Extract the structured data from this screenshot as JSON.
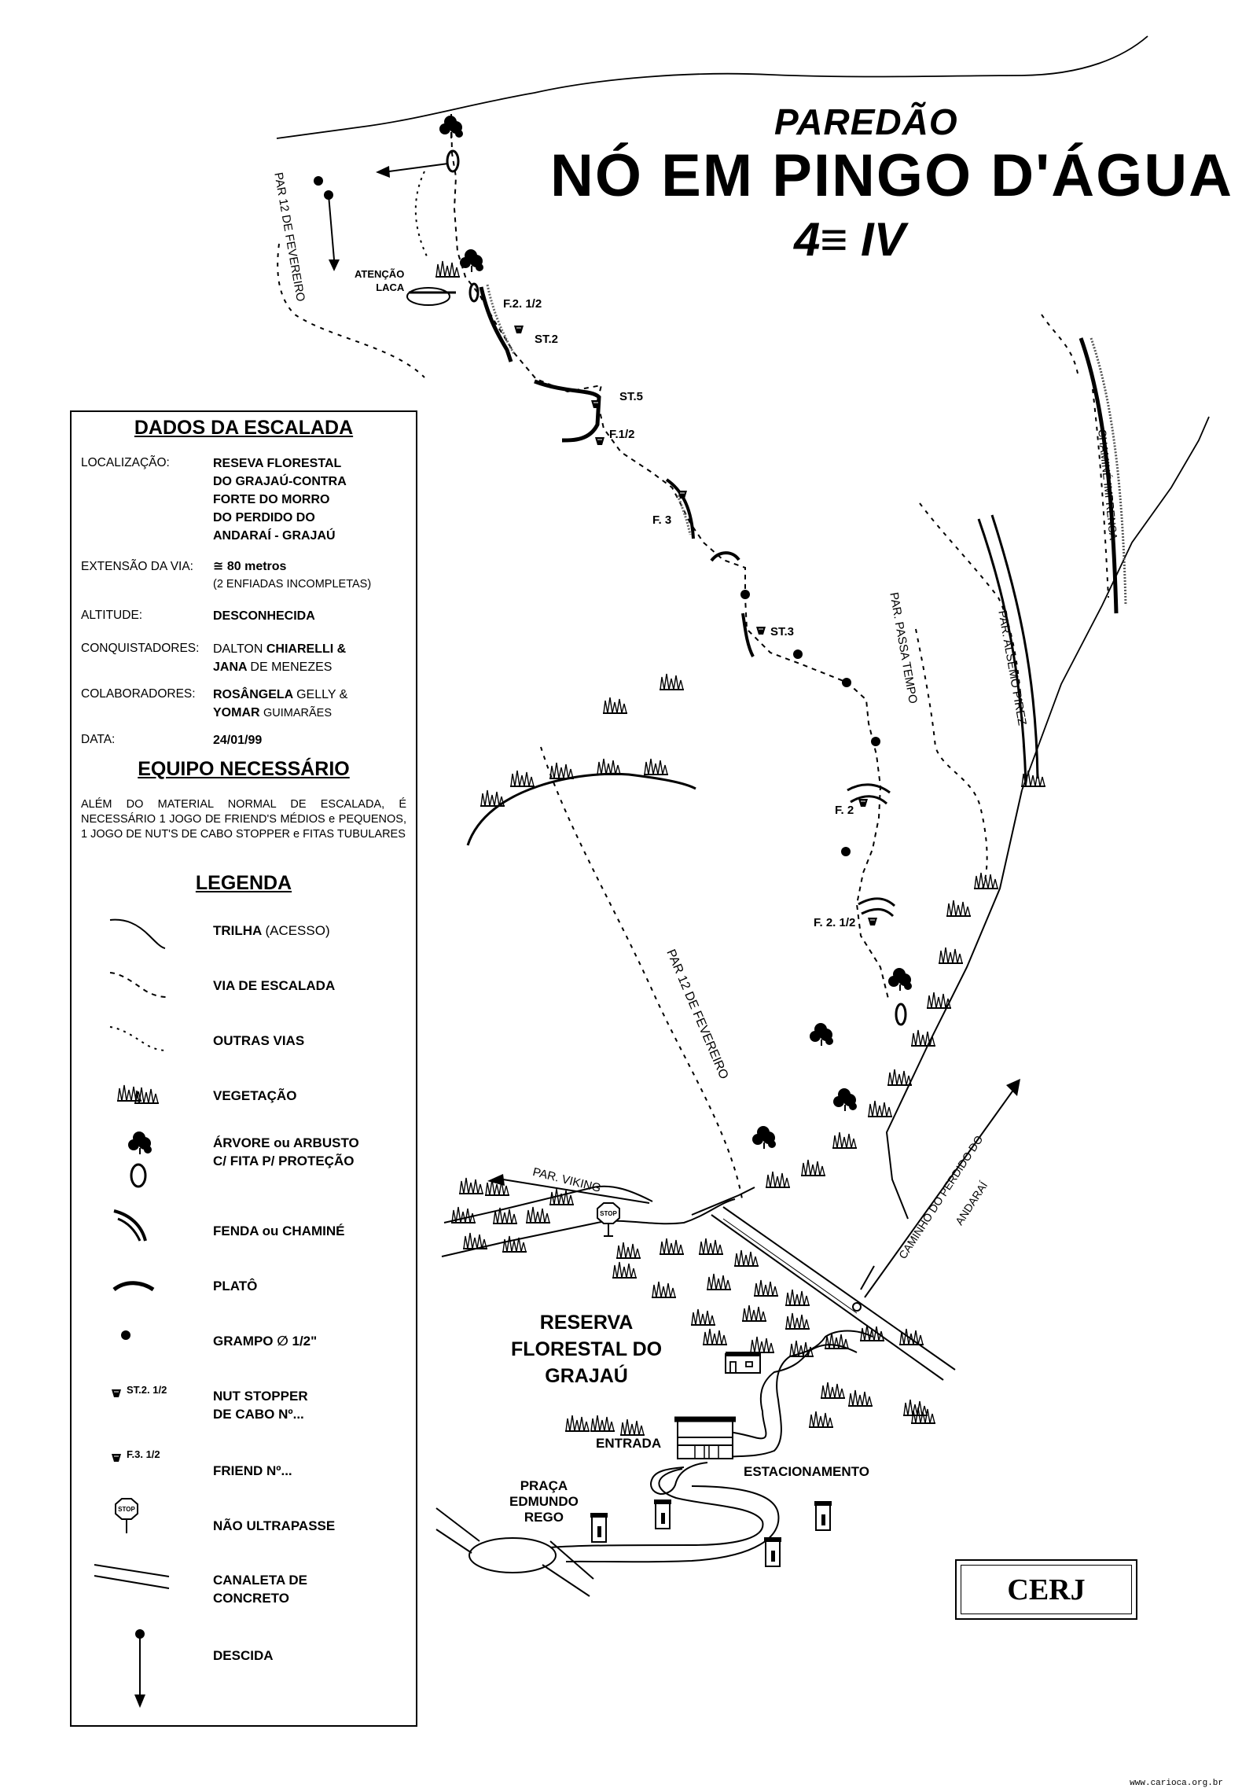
{
  "title": {
    "line1": "PAREDÃO",
    "line2": "NÓ EM PINGO D'ÁGUA",
    "grade": "4≡ IV"
  },
  "map_labels": {
    "atencao_laca": "ATENÇÃO\nLACA",
    "f2_half_top": "F.2. 1/2",
    "st2": "ST.2",
    "st5": "ST.5",
    "f1_half": "F.1/2",
    "f3": "F. 3",
    "st3": "ST.3",
    "f2": "F. 2",
    "f2_half_bottom": "F. 2. 1/2",
    "par_12_fev_top": "PAR 12 DE FEVEREIRO",
    "par_12_fev_mid": "PAR 12 DE FEVEREIRO",
    "par_passa_tempo": "PAR. PASSA TEMPO",
    "par_alsemo": "PAR. ALSEMO PIREZ",
    "chamine": "CHAMINÉ IMPRENSA",
    "par_viking": "PAR. VIKING",
    "caminho": "CAMINHO DO PERDIDO DO",
    "andarai": "ANDARAÍ",
    "reserva": "RESERVA\nFLORESTAL DO\nGRAJAÚ",
    "entrada": "ENTRADA",
    "estacionamento": "ESTACIONAMENTO",
    "praca": "PRAÇA\nEDMUNDO\nREGO",
    "stop": "STOP"
  },
  "dados": {
    "heading": "DADOS DA ESCALADA",
    "localizacao_key": "LOCALIZAÇÃO:",
    "localizacao_val": "RESEVA FLORESTAL\nDO GRAJAÚ-CONTRA\nFORTE DO MORRO\nDO PERDIDO DO\nANDARAÍ - GRAJAÚ",
    "extensao_key": "EXTENSÃO DA VIA:",
    "extensao_val": "≅ 80 metros",
    "extensao_sub": "(2 ENFIADAS INCOMPLETAS)",
    "altitude_key": "ALTITUDE:",
    "altitude_val": "DESCONHECIDA",
    "conquistadores_key": "CONQUISTADORES:",
    "conquistadores_a": "DALTON",
    "conquistadores_b": "CHIARELLI &",
    "conquistadores_c": "JANA",
    "conquistadores_d": "DE MENEZES",
    "colaboradores_key": "COLABORADORES:",
    "colaboradores_a": "ROSÂNGELA",
    "colaboradores_b": "GELLY &",
    "colaboradores_c": "YOMAR",
    "colaboradores_d": "GUIMARÃES",
    "data_key": "DATA:",
    "data_val": "24/01/99"
  },
  "equipo": {
    "heading": "EQUIPO NECESSÁRIO",
    "text": "ALÉM DO MATERIAL NORMAL DE ESCALADA, É NECESSÁRIO 1 JOGO DE FRIEND'S MÉDIOS e PEQUENOS, 1 JOGO DE NUT'S DE CABO STOPPER e FITAS TUBULARES"
  },
  "legenda": {
    "heading": "LEGENDA",
    "trilha": "TRILHA",
    "trilha_sub": "(ACESSO)",
    "via": "VIA DE ESCALADA",
    "outras": "OUTRAS VIAS",
    "vegetacao": "VEGETAÇÃO",
    "arvore": "ÁRVORE ou ARBUSTO\nC/ FITA P/ PROTEÇÃO",
    "fenda": "FENDA ou CHAMINÉ",
    "plato": "PLATÔ",
    "grampo": "GRAMPO ∅ 1/2\"",
    "nut": "NUT STOPPER\nDE CABO Nº...",
    "nut_sample": "ST.2. 1/2",
    "friend": "FRIEND Nº...",
    "friend_sample": "F.3. 1/2",
    "nao": "NÃO ULTRAPASSE",
    "canaleta": "CANALETA DE\nCONCRETO",
    "descida": "DESCIDA"
  },
  "badge": "CERJ",
  "footer": "www.carioca.org.br"
}
